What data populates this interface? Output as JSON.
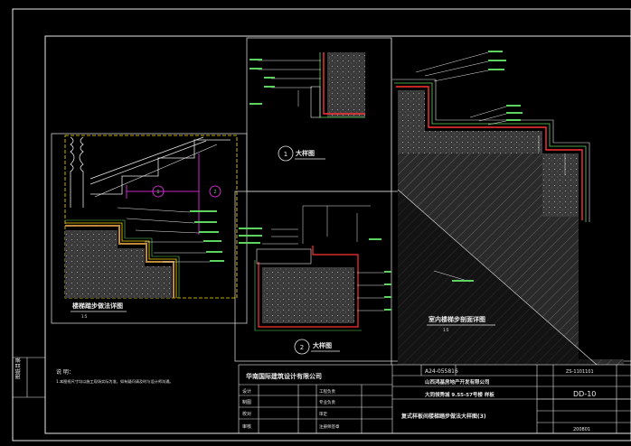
{
  "drawings": {
    "stair_detail": {
      "title": "楼梯踏步做法详图",
      "scale": "1:5"
    },
    "large_detail_1": {
      "marker": "1",
      "title": "大样图"
    },
    "large_detail_2": {
      "marker": "2",
      "title": "大样图"
    },
    "section": {
      "title": "室内楼梯步剖面详图",
      "scale": "1:5"
    },
    "callout_1": "1",
    "callout_2": "2"
  },
  "notes": {
    "heading": "说 明：",
    "line1": "1.本图纸尺寸均以施工现场实际为准，如有疑问请及时与设计师沟通。"
  },
  "title_block": {
    "designer_company": "华南国际建筑设计有限公司",
    "code": "A24-055816",
    "client": "山西鸿基房地产开发有限公司",
    "project": "大同领秀城 9.55-57号楼 样板",
    "drawing_title": "复式样板间楼梯踏步做法大样图(3)",
    "sheet_no": "DD-10",
    "row_labels": [
      "设计",
      "制图",
      "校对",
      "审核"
    ],
    "row_labels_right": [
      "工程负责",
      "专业负责",
      "审定",
      "注册师签章"
    ],
    "top_right_code": "ZS-1101101",
    "date": "200801"
  },
  "side_strip": {
    "text": "图纸目录"
  }
}
